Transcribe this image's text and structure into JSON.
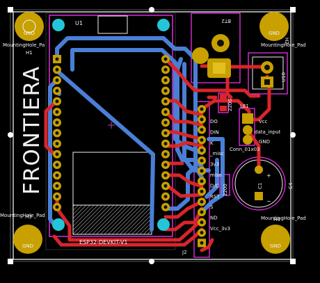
{
  "board": {
    "title": "FRONTIERA",
    "colors": {
      "background": "#000000",
      "outline": "#f0f0f0",
      "selection": "#4a4a4a",
      "courtyard": "#ff35ff",
      "back_copper": "#4a7fd6",
      "front_copper": "#d9252a",
      "pad": "#c8a000",
      "pad_light": "#e2c11e",
      "silkscreen": "#f2f2f2",
      "via": "#23c6d8",
      "origin": "#c03cc0"
    }
  },
  "labels": {
    "u1_ref": "U1",
    "u1_value": "ESP32-DEVKIT-V1",
    "bt2": "BT2",
    "le1": "LE1",
    "j2": "J2",
    "h1": "H1",
    "h2": "H2",
    "h3": "H3",
    "h4": "H4",
    "c1": "C1",
    "c1_plus": "+",
    "c1_minus": "−",
    "mh_top_left": "MountingHole_Pa",
    "mh_top_right": "MountingHole_Pad",
    "mh_bottom_left": "MountingHole_Pad",
    "mh_bottom_right": "MountingHole_Pad",
    "gnd": "GND",
    "conn_label": "Conn_01x03",
    "r_value": "2200",
    "r_value_2": "2200",
    "vcc": "Vcc",
    "data_input": "data_input",
    "gnd_short": "GND",
    "j2_pins": [
      "DO",
      "DIN",
      "K",
      "_misc",
      "3v3",
      "miso",
      "D/C",
      "RST",
      "S",
      "ND",
      "Vcc_3v3"
    ],
    "c4_label": "C4",
    "u10_label": "U10"
  },
  "icons": {
    "mounting_hole": "mounting-hole-icon",
    "via": "via-icon",
    "pad": "pad-icon",
    "origin": "origin-marker-icon",
    "handle": "selection-handle-icon"
  }
}
